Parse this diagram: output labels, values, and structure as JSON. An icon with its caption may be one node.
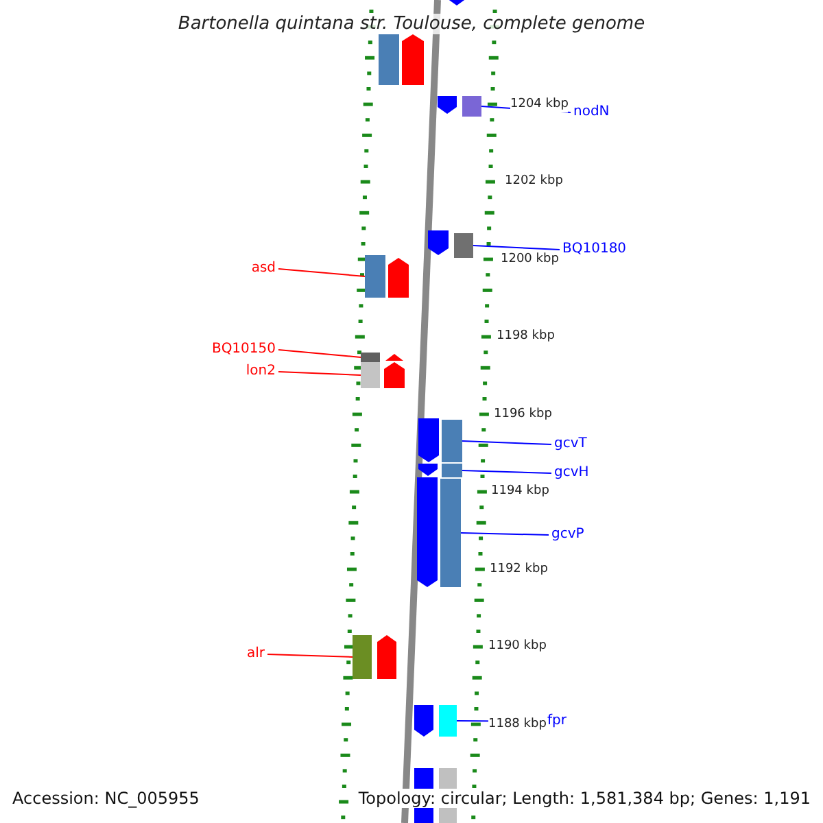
{
  "diagram": {
    "title": "Bartonella quintana str. Toulouse, complete genome",
    "nodes": [
      {
        "text": [
          "nodN"
        ]
      },
      {
        "text": [],
        "shape": "box"
      },
      {
        "text": [
          "BQ10180"
        ]
      },
      {
        "text": [],
        "shape": "box"
      },
      {
        "text": [
          "asd"
        ]
      },
      {
        "text": [],
        "shape": "box"
      },
      {
        "text": [
          "BQ10150"
        ]
      },
      {
        "text": [],
        "shape": "box"
      },
      {
        "text": [
          "lon2"
        ]
      },
      {
        "text": [],
        "shape": "box"
      },
      {
        "text": [
          "gcvT"
        ]
      },
      {
        "text": [],
        "shape": "box"
      },
      {
        "text": [
          "gcvH"
        ]
      },
      {
        "text": [],
        "shape": "box"
      },
      {
        "text": [
          "gcvP"
        ]
      },
      {
        "text": [],
        "shape": "box"
      },
      {
        "text": [
          "alr"
        ]
      },
      {
        "text": [],
        "shape": "box"
      },
      {
        "text": [
          "fpr"
        ]
      },
      {
        "text": [],
        "shape": "box"
      }
    ],
    "edges": [
      {
        "from": 0,
        "to": 1,
        "arrow": "none"
      },
      {
        "from": 2,
        "to": 3,
        "arrow": "none"
      },
      {
        "from": 4,
        "to": 5,
        "arrow": "none",
        "color": "#ff0000"
      },
      {
        "from": 6,
        "to": 7,
        "arrow": "none",
        "color": "#ff0000"
      },
      {
        "from": 8,
        "to": 9,
        "arrow": "none",
        "color": "#ff0000"
      },
      {
        "from": 10,
        "to": 11,
        "arrow": "none"
      },
      {
        "from": 12,
        "to": 13,
        "arrow": "none"
      },
      {
        "from": 14,
        "to": 15,
        "arrow": "none"
      },
      {
        "from": 16,
        "to": 17,
        "arrow": "none",
        "color": "#ff0000"
      },
      {
        "from": 18,
        "to": 19,
        "arrow": "none"
      }
    ],
    "labels": [
      "1204 kbp",
      "1202 kbp",
      "1200 kbp",
      "1198 kbp",
      "1196 kbp",
      "1194 kbp",
      "1192 kbp",
      "1190 kbp",
      "1188 kbp",
      "Accession: NC_005955",
      "Topology: circular; Length: 1,581,384 bp; Genes: 1,191"
    ]
  }
}
